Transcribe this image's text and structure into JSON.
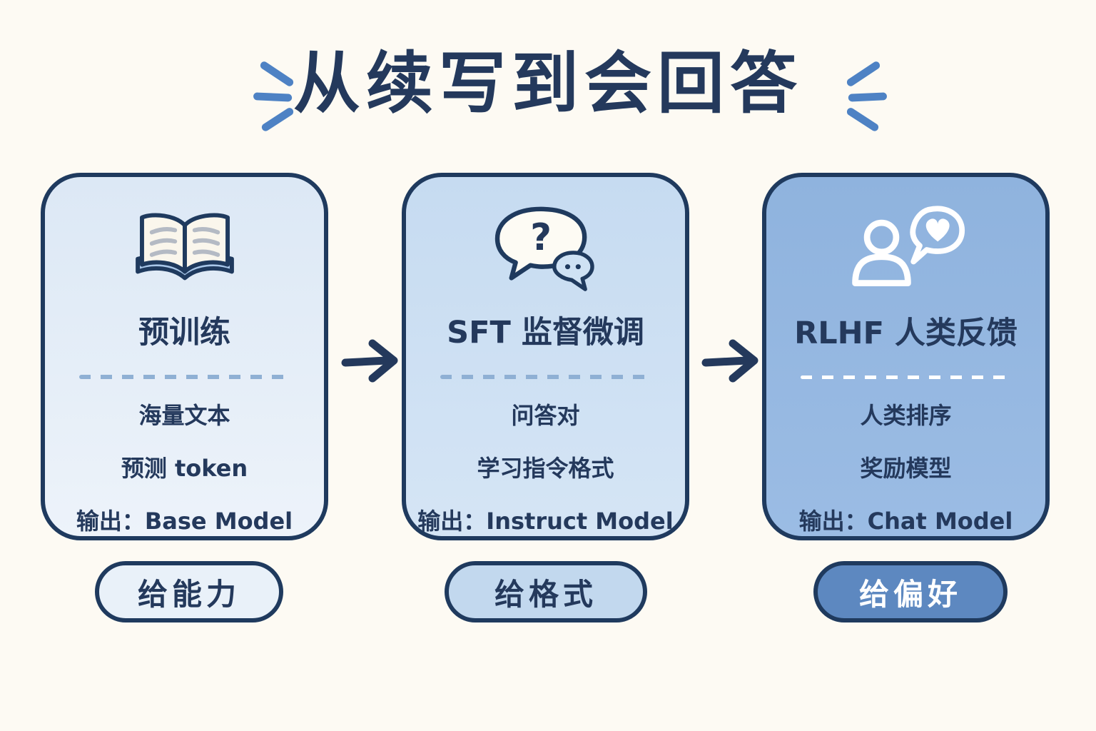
{
  "page": {
    "background_color": "#fdfaf3"
  },
  "title": {
    "text": "从续写到会回答",
    "color": "#24395c"
  },
  "decoration": {
    "name": "emphasis-sparkle",
    "color": "#4e82c4"
  },
  "arrow": {
    "name": "right-arrow",
    "color": "#24395c"
  },
  "cards": [
    {
      "icon": "open-book-icon",
      "title": "预训练",
      "lines": [
        "海量文本",
        "预测 token",
        "输出：Base Model"
      ],
      "pill": "给能力",
      "fill": "#dce8f5",
      "pill_fill": "#e9f1f9",
      "divider_color": "#8fb0d4"
    },
    {
      "icon": "question-chat-bubbles-icon",
      "icon_glyph": "?",
      "title": "SFT 监督微调",
      "lines": [
        "问答对",
        "学习指令格式",
        "输出：Instruct Model"
      ],
      "pill": "给格式",
      "fill": "#c6dbf1",
      "pill_fill": "#c2d8ee",
      "divider_color": "#8fb0d4"
    },
    {
      "icon": "person-heart-feedback-icon",
      "title": "RLHF 人类反馈",
      "lines": [
        "人类排序",
        "奖励模型",
        "输出：Chat Model"
      ],
      "pill": "给偏好",
      "fill": "#92b5e0",
      "pill_fill": "#5d88c0",
      "divider_color": "#ffffff"
    }
  ]
}
